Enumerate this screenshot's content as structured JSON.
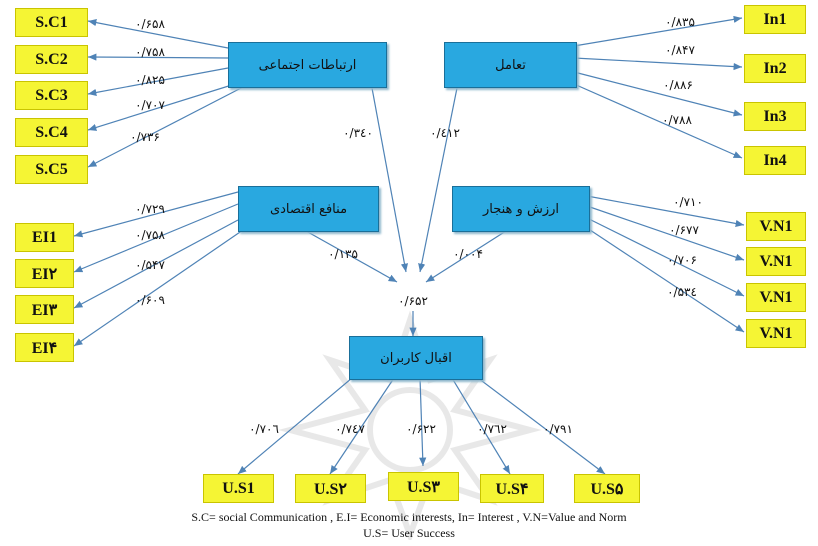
{
  "latents": {
    "social": "ارتباطات اجتماعی",
    "interaction": "تعامل",
    "economic": "منافع اقتصادی",
    "values": "ارزش و هنجار",
    "success": "اقبال کاربران"
  },
  "indicators": {
    "sc": [
      "S.C1",
      "S.C2",
      "S.C3",
      "S.C4",
      "S.C5"
    ],
    "in": [
      "In1",
      "In2",
      "In3",
      "In4"
    ],
    "ei": [
      "EI1",
      "EI۲",
      "EI۳",
      "EI۴"
    ],
    "vn": [
      "V.N1",
      "V.N1",
      "V.N1",
      "V.N1"
    ],
    "us": [
      "U.S1",
      "U.S۲",
      "U.S۳",
      "U.S۴",
      "U.S۵"
    ]
  },
  "loadings": {
    "sc": [
      "۰/۶۵۸",
      "۰/۷۵۸",
      "۰/۸۲۵",
      "۰/۷۰۷",
      "۰/۷۳۶"
    ],
    "in": [
      "۰/۸۳۵",
      "۰/۸۴۷",
      "۰/۸۸۶",
      "۰/۷۸۸"
    ],
    "ei": [
      "۰/۷۲۹",
      "۰/۷۵۸",
      "۰/۵۴۷",
      "۰/۶۰۹"
    ],
    "vn": [
      "۰/۷۱۰",
      "۰/۶۷۷",
      "۰/۷۰۶",
      "۰/۵۳٤"
    ],
    "us": [
      "۰/۷۰٦",
      "۰/۷٤۷",
      "۰/۶۲۲",
      "۰/۷٦۲",
      "۰/۷۹۱"
    ]
  },
  "paths": {
    "social": "۰/۳٤۰",
    "interaction": "۰/٤۱۲",
    "economic": "۰/۱۳۵",
    "values": "۰/۰۰۴"
  },
  "r2": "۰/۶۵۲",
  "legend": {
    "line1": "S.C= social Communication , E.I= Economic interests, In= Interest , V.N=Value and Norm",
    "line2": "U.S= User Success"
  }
}
